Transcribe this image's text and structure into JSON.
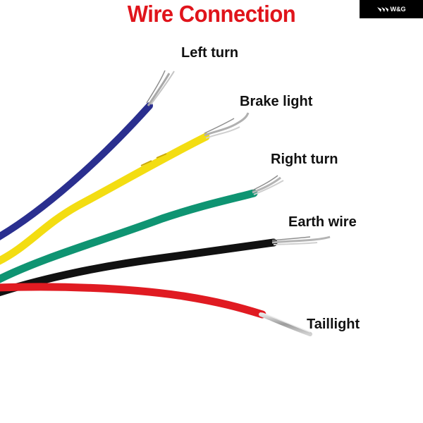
{
  "title": "Wire Connection",
  "logo": {
    "text": "W&G"
  },
  "wires": [
    {
      "label": "Left turn",
      "color": "#2a2f8f",
      "icon": "wire-blue"
    },
    {
      "label": "Brake light",
      "color": "#f3dd12",
      "icon": "wire-yellow"
    },
    {
      "label": "Right turn",
      "color": "#0f9472",
      "icon": "wire-green"
    },
    {
      "label": "Earth wire",
      "color": "#111111",
      "icon": "wire-black"
    },
    {
      "label": "Taillight",
      "color": "#e01b22",
      "icon": "wire-red"
    }
  ],
  "colors": {
    "title": "#e0141b",
    "background": "#ffffff",
    "strand": "#b9b9b9"
  }
}
